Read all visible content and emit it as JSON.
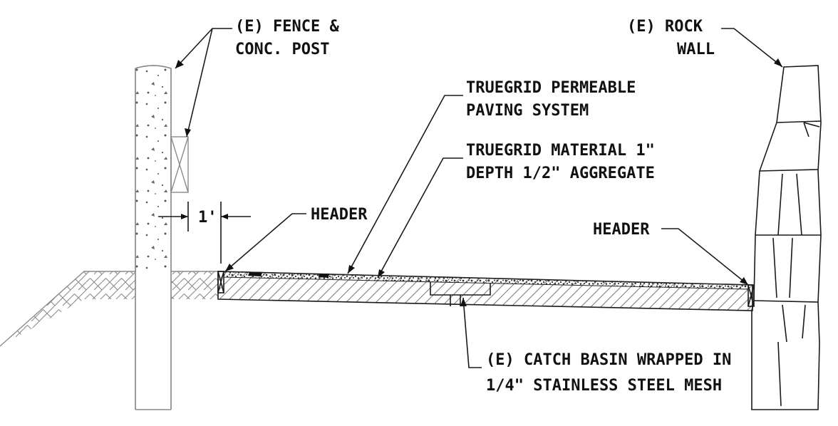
{
  "labels": {
    "fence_line1": "(E) FENCE &",
    "fence_line2": "CONC. POST",
    "rock_line1": "(E) ROCK",
    "rock_line2": "WALL",
    "paving_line1": "TRUEGRID PERMEABLE",
    "paving_line2": "PAVING SYSTEM",
    "material_line1": "TRUEGRID MATERIAL 1\"",
    "material_line2": "DEPTH 1/2\" AGGREGATE",
    "header_left": "HEADER",
    "header_right": "HEADER",
    "dimension": "1'",
    "basin_line1": "(E) CATCH BASIN WRAPPED IN",
    "basin_line2": "1/4\" STAINLESS STEEL MESH"
  },
  "colors": {
    "line": "#111111",
    "hatch": "#8a8a8a",
    "aggregate": "#2a2a2a",
    "background": "#ffffff"
  }
}
